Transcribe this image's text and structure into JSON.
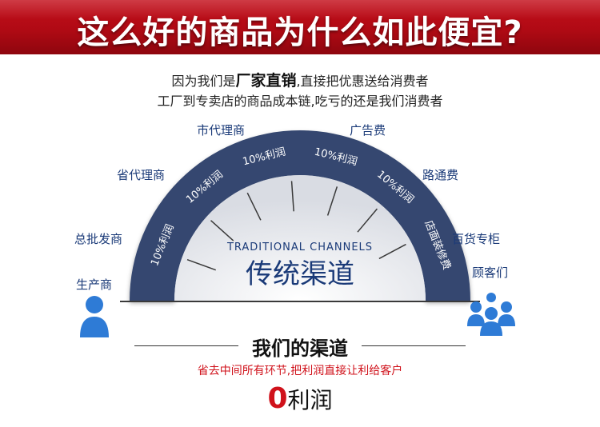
{
  "banner": {
    "title": "这么好的商品为什么如此便宜?"
  },
  "intro": {
    "line1_prefix": "因为我们是",
    "line1_highlight": "厂家直销",
    "line1_suffix": ",直接把优惠送给消费者",
    "line2": "工厂到专卖店的商品成本链,吃亏的还是我们消费者"
  },
  "arch": {
    "en_label": "TRADITIONAL CHANNELS",
    "cn_label": "传统渠道",
    "band_labels": [
      "10%利润",
      "10%利润",
      "10%利润",
      "10%利润",
      "10%利润",
      "店面装修费"
    ],
    "channel_labels": [
      "生产商",
      "总批发商",
      "省代理商",
      "市代理商",
      "广告费",
      "路通费",
      "百货专柜",
      "顾客们"
    ],
    "colors": {
      "band": "#34476f",
      "inner": "#e7e9ee",
      "text": "#1a3a78",
      "accent": "#d0121b",
      "icon": "#2e7bd6"
    }
  },
  "ours": {
    "title": "我们的渠道",
    "subtitle": "省去中间所有环节,把利润直接让利给客户",
    "zero_number": "0",
    "zero_text": "利润"
  }
}
